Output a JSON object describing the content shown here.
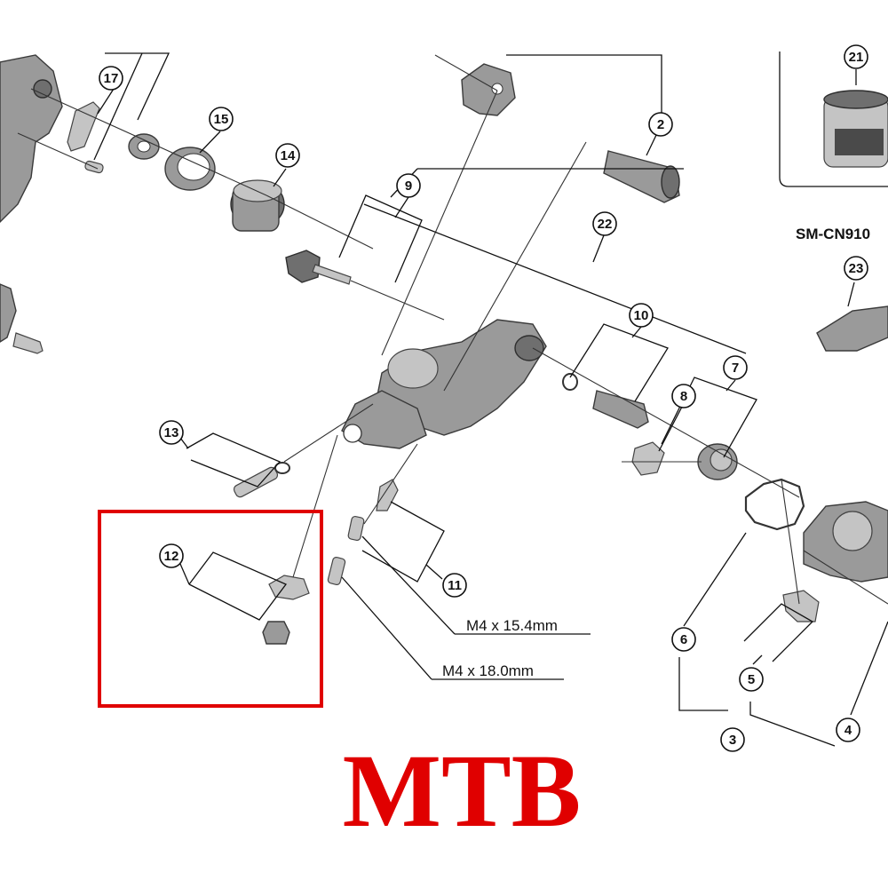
{
  "callouts": {
    "c2": "2",
    "c3": "3",
    "c4": "4",
    "c5": "5",
    "c6": "6",
    "c7": "7",
    "c8": "8",
    "c9": "9",
    "c10": "10",
    "c11": "11",
    "c12": "12",
    "c13": "13",
    "c14": "14",
    "c15": "15",
    "c17": "17",
    "c21": "21",
    "c22": "22",
    "c23": "23"
  },
  "dimensions": {
    "bolt_short": "M4 x 15.4mm",
    "bolt_long": "M4 x 18.0mm"
  },
  "model_label": "SM-CN910",
  "category_label": "MTB",
  "colors": {
    "highlight_frame": "#e00000",
    "category_text": "#e00000",
    "line": "#111111",
    "part_fill": "#9a9a9a"
  }
}
